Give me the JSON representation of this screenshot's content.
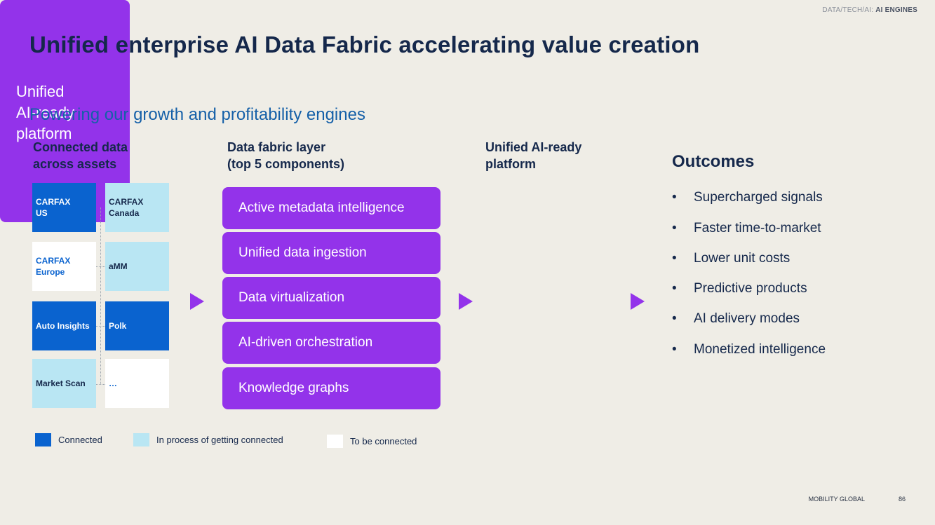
{
  "breadcrumb": {
    "prefix": "DATA/TECH/AI:",
    "section": "AI ENGINES"
  },
  "title": "Unified enterprise AI Data Fabric accelerating value creation",
  "subtitle": "Powering our growth and profitability engines",
  "columns": {
    "assets_heading_1": "Connected data",
    "assets_heading_2": "across assets",
    "fabric_heading_1": "Data fabric layer",
    "fabric_heading_2": "(top 5 components)",
    "platform_heading_1": "Unified AI-ready",
    "platform_heading_2": "platform"
  },
  "assets": [
    {
      "line1": "CARFAX",
      "line2": "US",
      "status": "connected"
    },
    {
      "line1": "CARFAX",
      "line2": "Canada",
      "status": "in-process"
    },
    {
      "line1": "CARFAX",
      "line2": "Europe",
      "status": "to-be-connected"
    },
    {
      "line1": "aMM",
      "line2": "",
      "status": "in-process"
    },
    {
      "line1": "Auto Insights",
      "line2": "",
      "status": "connected"
    },
    {
      "line1": "Polk",
      "line2": "",
      "status": "connected"
    },
    {
      "line1": "Market Scan",
      "line2": "",
      "status": "in-process"
    },
    {
      "line1": "…",
      "line2": "",
      "status": "to-be-connected"
    }
  ],
  "components": [
    "Active metadata intelligence",
    "Unified data ingestion",
    "Data virtualization",
    "AI-driven orchestration",
    "Knowledge graphs"
  ],
  "platform": {
    "line1": "Unified",
    "line2": "AI-ready",
    "line3": "platform"
  },
  "outcomes": {
    "title": "Outcomes",
    "bullet": "•",
    "items": [
      "Supercharged signals",
      "Faster time-to-market",
      "Lower unit costs",
      "Predictive products",
      "AI delivery modes",
      "Monetized intelligence"
    ]
  },
  "legend": {
    "connected": "Connected",
    "in_process": "In process of getting connected",
    "to_be": "To be connected"
  },
  "colors": {
    "connected": "#0a63cf",
    "in_process": "#b9e6f3",
    "to_be": "#ffffff",
    "accent_purple": "#9333ea"
  },
  "footer": {
    "label": "MOBILITY GLOBAL",
    "page": "86"
  }
}
